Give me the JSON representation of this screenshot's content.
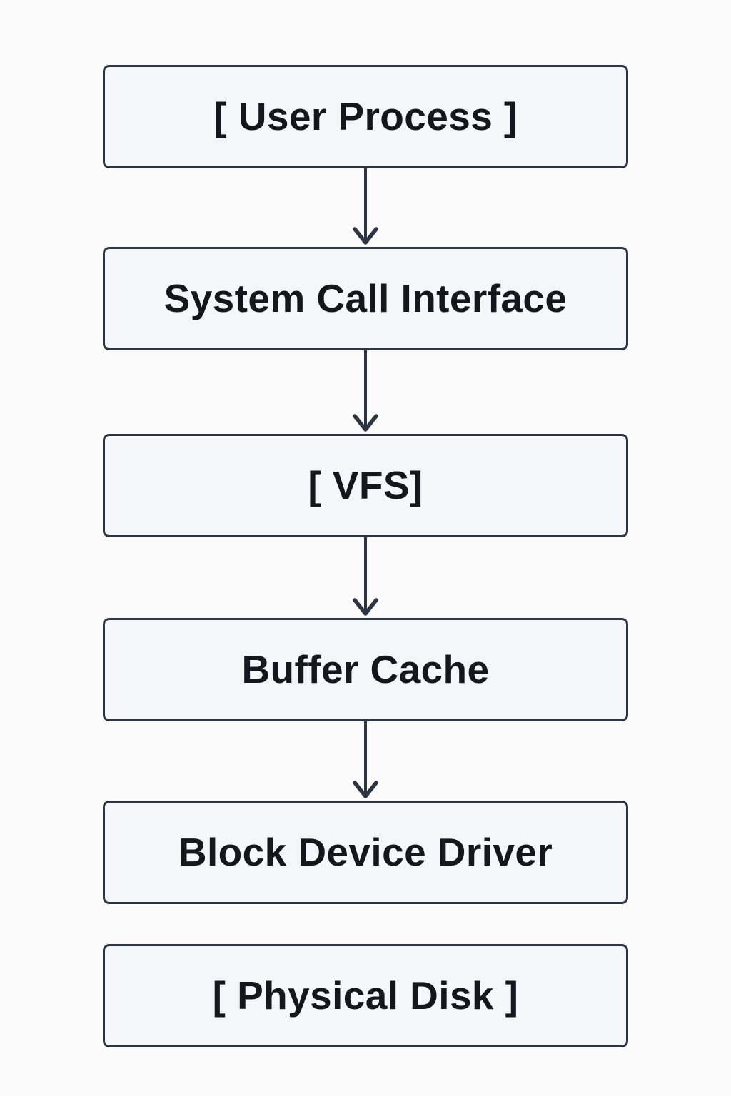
{
  "diagram": {
    "type": "flowchart",
    "direction": "top-to-bottom",
    "background_color": "#fbfbfc",
    "node_fill_color": "#f4f6fa",
    "node_border_color": "#2b3440",
    "text_color": "#14181d",
    "edge_color": "#2b3440",
    "nodes": [
      {
        "id": "user-process",
        "label": "[ User Process  ]"
      },
      {
        "id": "system-call-interface",
        "label": "System Call Interface"
      },
      {
        "id": "vfs",
        "label": "[ VFS]"
      },
      {
        "id": "buffer-cache",
        "label": "Buffer Cache"
      },
      {
        "id": "block-device-driver",
        "label": "Block Device Driver"
      },
      {
        "id": "physical-disk",
        "label": "[ Physical Disk ]"
      }
    ],
    "edges": [
      {
        "from": "user-process",
        "to": "system-call-interface",
        "arrow": "single"
      },
      {
        "from": "system-call-interface",
        "to": "vfs",
        "arrow": "single"
      },
      {
        "from": "vfs",
        "to": "buffer-cache",
        "arrow": "single"
      },
      {
        "from": "buffer-cache",
        "to": "block-device-driver",
        "arrow": "single"
      }
    ]
  }
}
